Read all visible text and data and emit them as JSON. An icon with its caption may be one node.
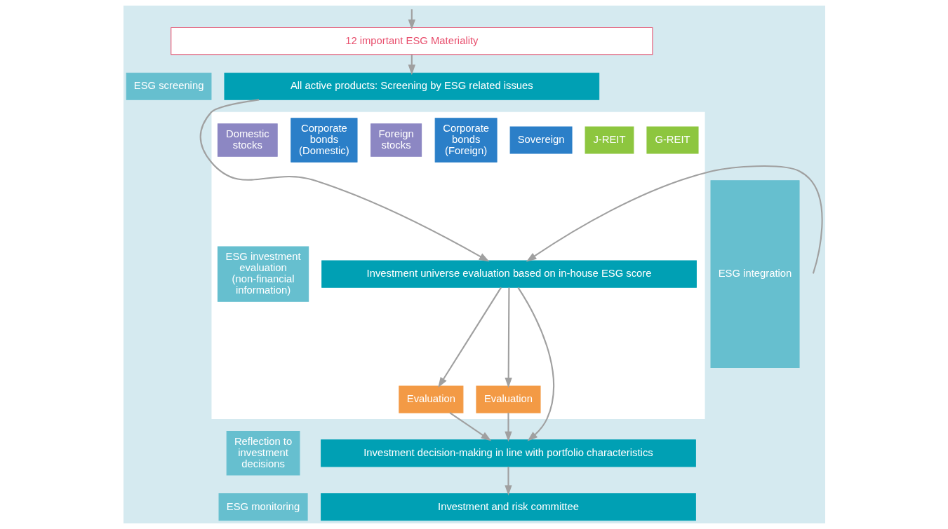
{
  "diagram": {
    "nodes": [
      {
        "text": [
          "12 important ESG Materiality"
        ]
      },
      {
        "text": [
          "ESG integration"
        ]
      },
      {
        "text": [
          "ESG screening"
        ]
      },
      {
        "text": [
          "All active products: Screening by ESG related issues"
        ]
      },
      {
        "text": [],
        "shape": "box"
      },
      {
        "text": [
          "ESG investment evaluation (non-financial information)"
        ],
        "in": 4
      },
      {
        "text": [
          "Domestic stocks"
        ],
        "in": 4
      },
      {
        "text": [
          "Corporate bonds (Domestic)"
        ],
        "in": 4
      },
      {
        "text": [
          "Foreign stocks"
        ],
        "in": 4
      },
      {
        "text": [
          "Corporate bonds (Foreign)"
        ],
        "in": 4
      },
      {
        "text": [
          "Sovereign"
        ],
        "in": 4
      },
      {
        "text": [
          "J-REIT"
        ],
        "in": 4
      },
      {
        "text": [
          "G-REIT"
        ],
        "in": 4
      },
      {
        "text": [
          "Investment universe evaluation based on in-house ESG score"
        ],
        "in": 4
      },
      {
        "text": [
          "Evaluation"
        ],
        "in": 4
      },
      {
        "text": [
          "Evaluation"
        ],
        "in": 4
      },
      {
        "text": [
          "Reflection to investment decisions"
        ]
      },
      {
        "text": [
          "Investment decision-making in line with portfolio characteristics"
        ]
      },
      {
        "text": [
          "ESG monitoring"
        ]
      },
      {
        "text": [
          "Investment and risk committee"
        ]
      }
    ],
    "edges": [
      {
        "from": null,
        "to": 0,
        "arrow": "to"
      },
      {
        "from": 0,
        "to": 3,
        "arrow": "to"
      },
      {
        "from": 3,
        "to": 13,
        "arrow": "to"
      },
      {
        "from": null,
        "to": 13,
        "arrow": "to"
      },
      {
        "from": 13,
        "to": 14,
        "arrow": "to"
      },
      {
        "from": 13,
        "to": 15,
        "arrow": "to"
      },
      {
        "from": 13,
        "to": 17,
        "arrow": "to"
      },
      {
        "from": 14,
        "to": 17,
        "arrow": "to"
      },
      {
        "from": 15,
        "to": 17,
        "arrow": "to"
      },
      {
        "from": 17,
        "to": 19,
        "arrow": "to"
      }
    ]
  }
}
